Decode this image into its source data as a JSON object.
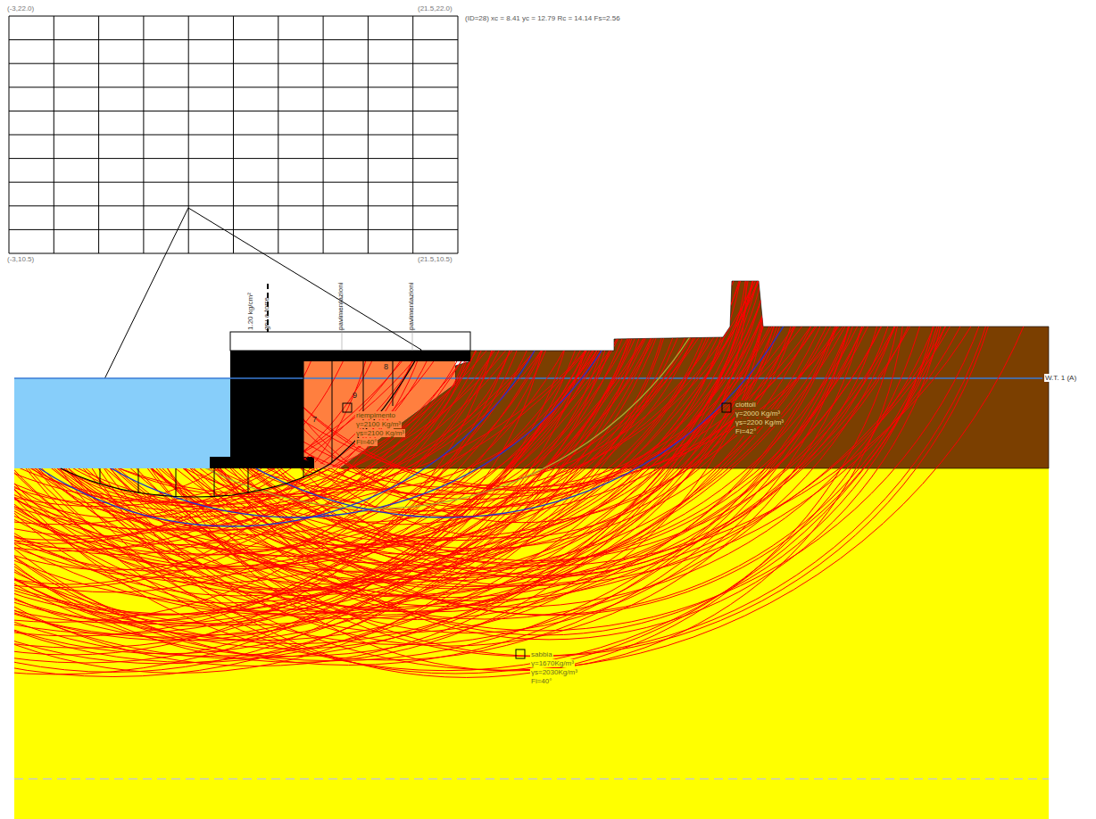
{
  "diagram": {
    "title": "(ID=28) xc = 8.41 yc = 12.79 Rc = 14.14 Fs=2.56",
    "labels": [
      "(-3,22.0)",
      "(21.5,22.0)",
      "(-3,10.5)",
      "(21.5,10.5)",
      "1.20 kg/cm²",
      "gru a torre",
      "pavimentazioni",
      "pavimentazioni",
      "9",
      "8",
      "7",
      "riempimento",
      "γ=2100 Kg/m³",
      "γs=2100 Kg/m³",
      "Fi=40°",
      "ciottoli",
      "γ=2000 Kg/m³",
      "γs=2200 Kg/m³",
      "Fi=42°",
      "W.T. 1 (A)",
      "sabbia",
      "γ=1670Kg/m³",
      "γs=2030Kg/m³",
      "Fi=40°"
    ]
  }
}
